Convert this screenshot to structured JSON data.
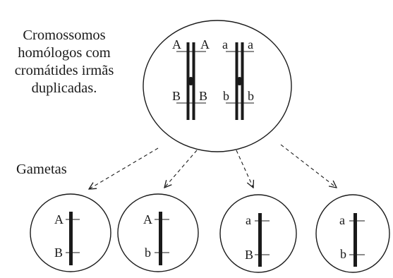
{
  "caption_lines": [
    "Cromossomos",
    "homólogos com",
    "cromátides irmãs",
    "duplicadas."
  ],
  "gametes_label": "Gametas",
  "parent_cell": {
    "chromosome_1": {
      "top_left": "A",
      "top_right": "A",
      "bottom_left": "B",
      "bottom_right": "B"
    },
    "chromosome_2": {
      "top_left": "a",
      "top_right": "a",
      "bottom_left": "b",
      "bottom_right": "b"
    }
  },
  "gametes": [
    {
      "top": "A",
      "bottom": "B"
    },
    {
      "top": "A",
      "bottom": "b"
    },
    {
      "top": "a",
      "bottom": "B"
    },
    {
      "top": "a",
      "bottom": "b"
    }
  ],
  "colors": {
    "ink": "#1a1a1a",
    "background": "#ffffff"
  }
}
